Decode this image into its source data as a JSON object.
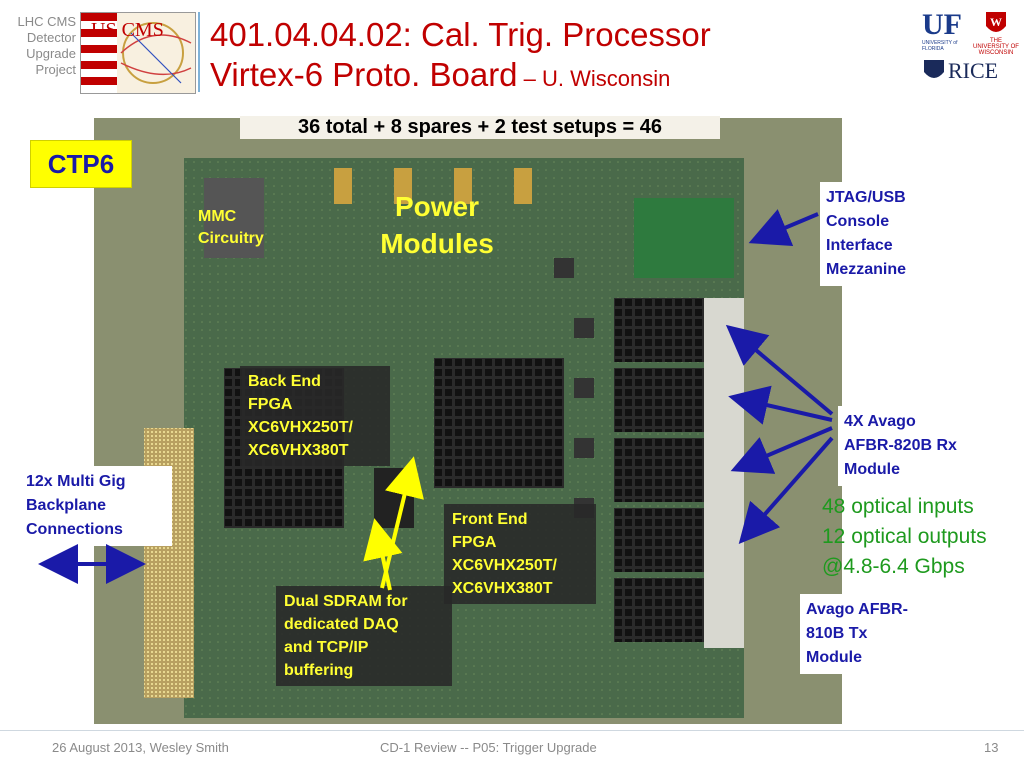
{
  "sidebar": {
    "lines": [
      "LHC CMS",
      "Detector",
      "Upgrade",
      "Project"
    ]
  },
  "logos": {
    "uscms": "US CMS",
    "uf": "UF",
    "uf_sub": "UNIVERSITY of FLORIDA",
    "wisconsin_sub": "THE UNIVERSITY OF WISCONSIN",
    "rice": "RICE"
  },
  "title": {
    "line1": "401.04.04.02: Cal. Trig. Processor",
    "line2_main": "Virtex-6 Proto. Board",
    "line2_author": " – U. Wisconsin"
  },
  "subtitle": "36 total + 8 spares + 2 test setups = 46",
  "badge": "CTP6",
  "labels": {
    "mmc": [
      "MMC",
      "Circuitry"
    ],
    "power": [
      "Power",
      "Modules"
    ],
    "jtag": [
      "JTAG/USB",
      "Console",
      "Interface",
      "Mezzanine"
    ],
    "backend": [
      "Back End",
      "FPGA",
      "XC6VHX250T/",
      "XC6VHX380T"
    ],
    "frontend": [
      "Front End",
      "FPGA",
      "XC6VHX250T/",
      "XC6VHX380T"
    ],
    "sdram": [
      "Dual SDRAM for",
      "dedicated DAQ",
      "and TCP/IP",
      "buffering"
    ],
    "backplane": [
      "12x Multi Gig",
      "Backplane",
      "Connections"
    ],
    "rx": [
      "4X Avago",
      "AFBR-820B Rx",
      "Module"
    ],
    "optical": [
      "48 optical inputs",
      "12 optical outputs",
      "@4.8-6.4 Gbps"
    ],
    "tx": [
      "Avago AFBR-",
      "810B Tx",
      "Module"
    ]
  },
  "footer": {
    "date_author": "26 August 2013, Wesley Smith",
    "center": "CD-1  Review -- P05: Trigger Upgrade",
    "page": "13"
  },
  "colors": {
    "title_red": "#c00000",
    "label_blue": "#1a1aa8",
    "label_yellow": "#ffff33",
    "optical_green": "#1e9a1e",
    "badge_yellow": "#ffff00"
  }
}
